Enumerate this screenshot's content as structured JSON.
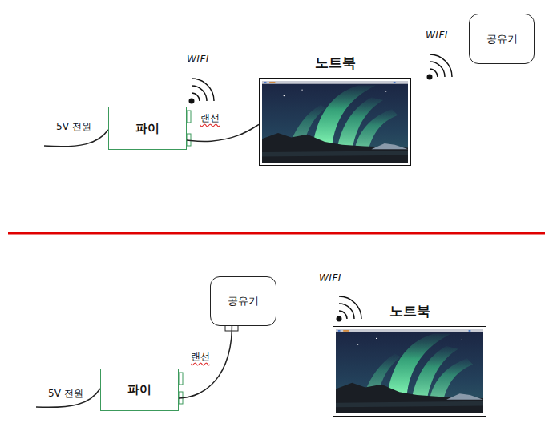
{
  "diagram": {
    "nodes": [
      {
        "text": [
          "파이"
        ]
      },
      {
        "text": [
          "노트북"
        ]
      },
      {
        "text": [
          "공유기"
        ]
      },
      {
        "text": [
          "공유기"
        ]
      },
      {
        "text": [
          "파이"
        ]
      },
      {
        "text": [
          "노트북"
        ]
      }
    ],
    "edges": [
      {
        "from": 0,
        "to": 1,
        "label": "랜선",
        "arrow": "none"
      },
      {
        "from": 4,
        "to": 3,
        "label": "랜선",
        "arrow": "none"
      }
    ],
    "labels": [
      "WIFI",
      "WIFI",
      "5V 전원",
      "WIFI",
      "5V 전원"
    ]
  }
}
